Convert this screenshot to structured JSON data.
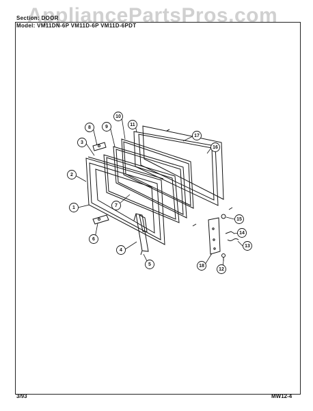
{
  "watermark": "AppliancePartsPros.com",
  "header": {
    "section_text": "Section: DOOR",
    "model_text": "Model: VM11DN-6P VM11D-6P VM11D-6PDT"
  },
  "footer": {
    "date": "3/93",
    "page_code": "MW12-4"
  },
  "callouts": [
    "1",
    "2",
    "3",
    "4",
    "5",
    "6",
    "7",
    "8",
    "9",
    "10",
    "11",
    "12",
    "13",
    "14",
    "15",
    "16",
    "17",
    "18"
  ]
}
